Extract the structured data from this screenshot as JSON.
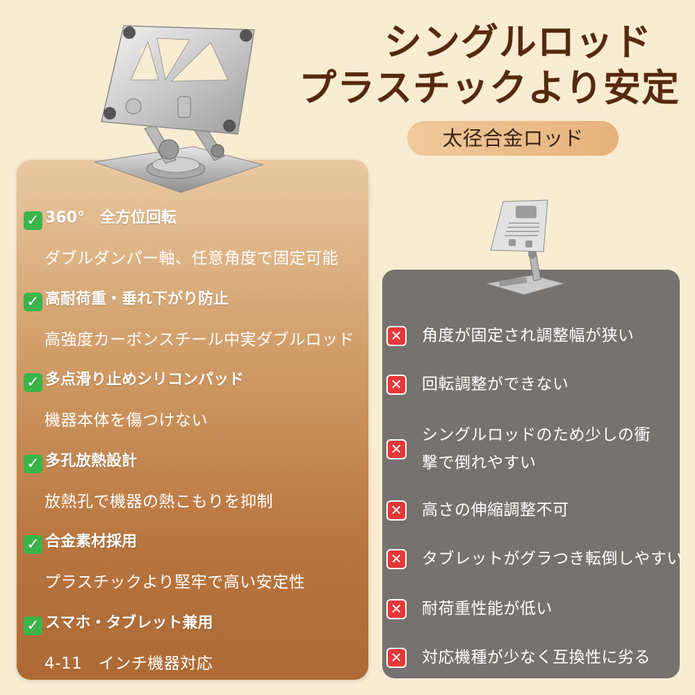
{
  "headline": {
    "line1": "シングルロッド",
    "line2": "プラスチックより安定"
  },
  "pill_label": "太径合金ロッド",
  "colors": {
    "background": "#f8ecd2",
    "headline": "#552a10",
    "check": "#3bb54a",
    "x_mark": "#e53838",
    "right_card": "#767270"
  },
  "features": [
    {
      "icon": "check-icon",
      "title": "360°　全方位回転",
      "desc": "ダブルダンパー軸、任意角度で固定可能"
    },
    {
      "icon": "check-icon",
      "title": "高耐荷重・垂れ下がり防止",
      "desc": "高強度カーボンスチール中実ダブルロッド"
    },
    {
      "icon": "check-icon",
      "title": "多点滑り止めシリコンパッド",
      "desc": "機器本体を傷つけない"
    },
    {
      "icon": "check-icon",
      "title": "多孔放熱設計",
      "desc": "放熱孔で機器の熱こもりを抑制"
    },
    {
      "icon": "check-icon",
      "title": "合金素材採用",
      "desc": "プラスチックより堅牢で高い安定性"
    },
    {
      "icon": "check-icon",
      "title": "スマホ・タブレット兼用",
      "desc": "4-11　インチ機器対応"
    }
  ],
  "cons": [
    {
      "icon": "x-icon",
      "text": "角度が固定され調整幅が狭い"
    },
    {
      "icon": "x-icon",
      "text": "回転調整ができない"
    },
    {
      "icon": "x-icon",
      "text": "シングルロッドのため少しの衝撃で倒れやすい"
    },
    {
      "icon": "x-icon",
      "text": "高さの伸縮調整不可"
    },
    {
      "icon": "x-icon",
      "text": "タブレットがグラつき転倒しやすい"
    },
    {
      "icon": "x-icon",
      "text": "耐荷重性能が低い"
    },
    {
      "icon": "x-icon",
      "text": "対応機種が少なく互換性に劣る"
    }
  ]
}
